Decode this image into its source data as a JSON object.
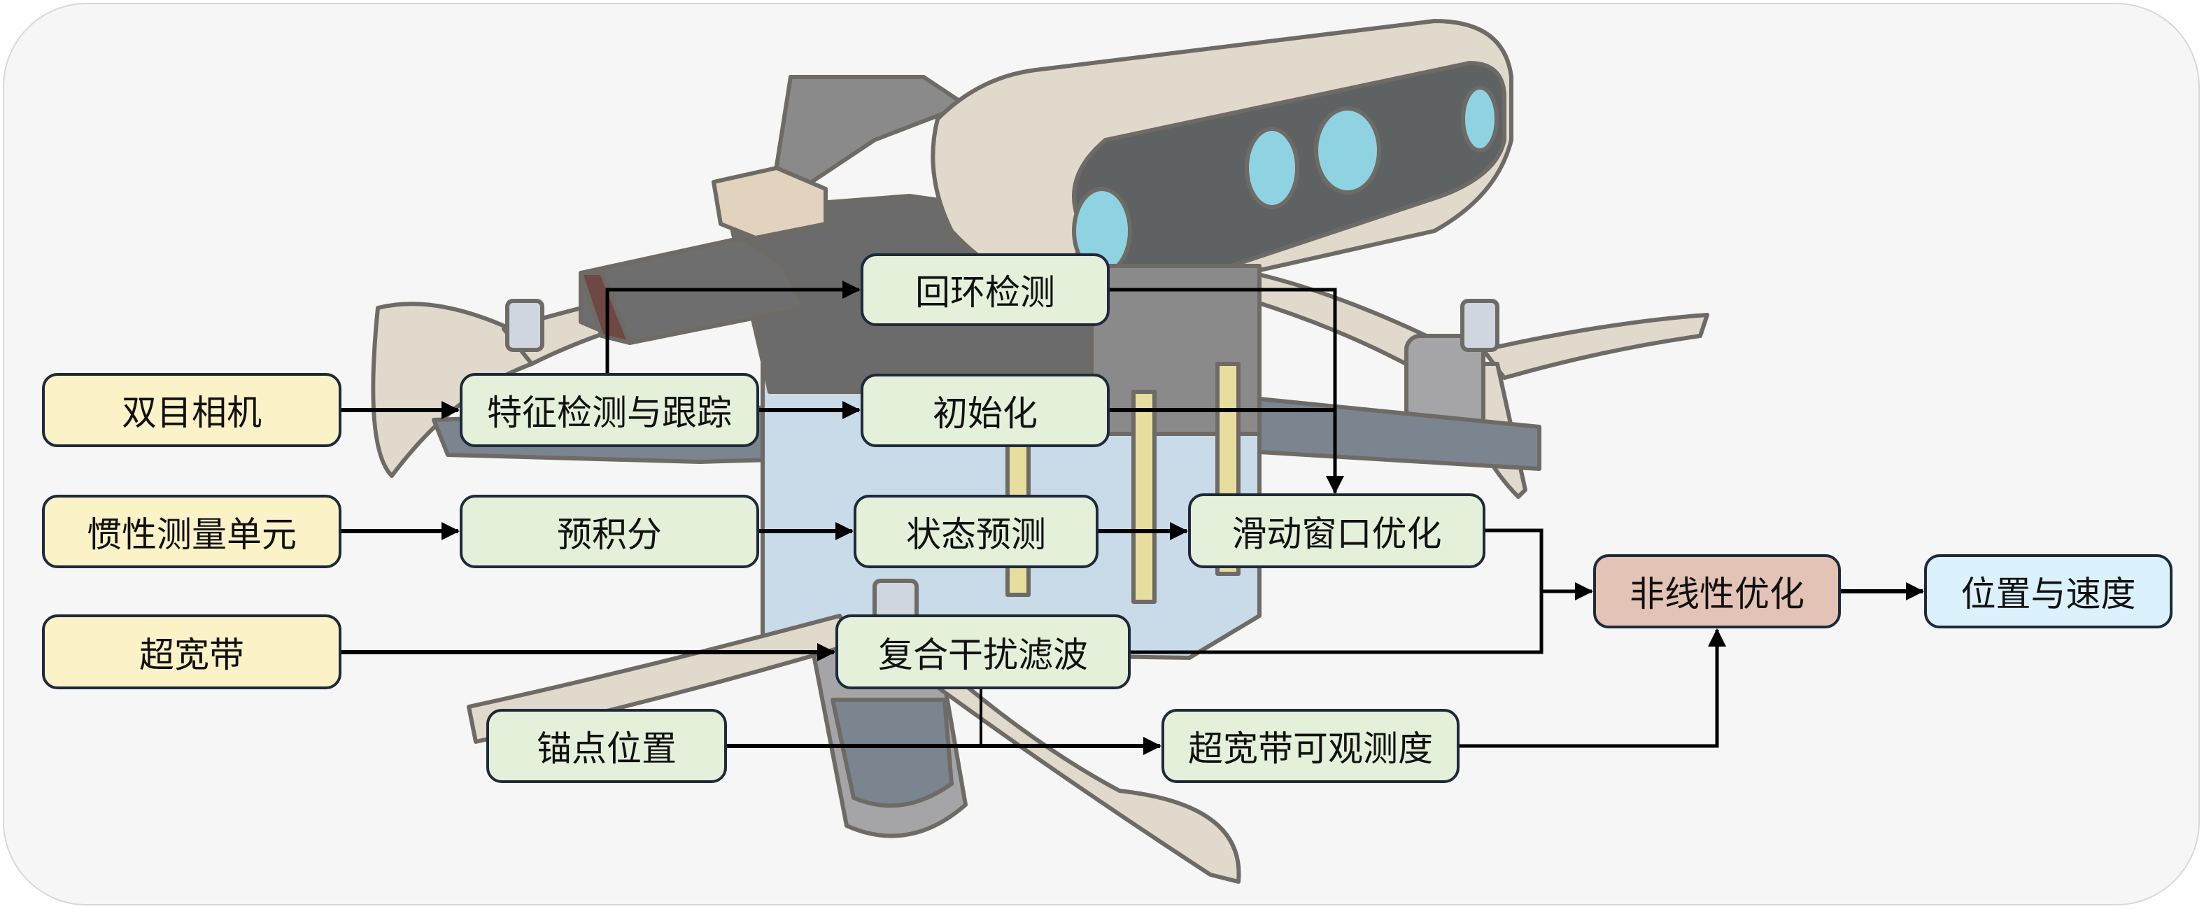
{
  "diagram": {
    "sources": {
      "stereo_camera": "双目相机",
      "imu": "惯性测量单元",
      "uwb": "超宽带"
    },
    "processing": {
      "feature_tracking": "特征检测与跟踪",
      "preintegration": "预积分",
      "anchor_position": "锚点位置",
      "loop_closure": "回环检测",
      "initialization": "初始化",
      "state_prediction": "状态预测",
      "composite_disturbance_filter": "复合干扰滤波",
      "uwb_observability": "超宽带可观测度",
      "sliding_window_optimization": "滑动窗口优化"
    },
    "optimization": "非线性优化",
    "output": "位置与速度",
    "colors": {
      "source_fill": "#fbf2c8",
      "process_fill": "#e5f0db",
      "optimization_fill": "#e3c3b6",
      "output_fill": "#dbf1fb",
      "border": "#1e2a3a"
    }
  }
}
